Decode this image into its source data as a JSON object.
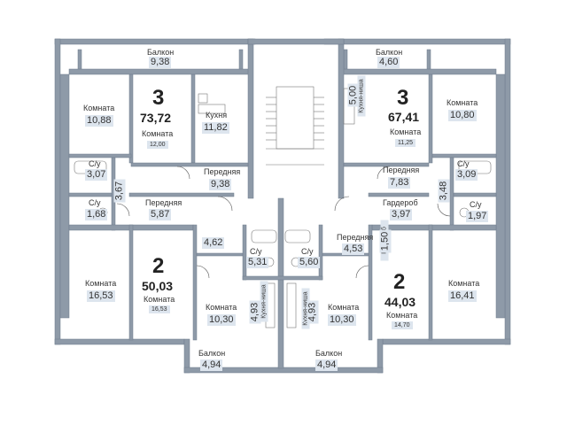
{
  "plan": {
    "balconies": [
      {
        "label": "Балкон",
        "area": "9,38"
      },
      {
        "label": "Балкон",
        "area": "4,60"
      },
      {
        "label": "Балкон",
        "area": "4,94"
      },
      {
        "label": "Балкон",
        "area": "4,94"
      }
    ],
    "apartments": [
      {
        "rooms": "3",
        "total": "73,72",
        "label": "Комната",
        "living": "12,00"
      },
      {
        "rooms": "3",
        "total": "67,41",
        "label": "Комната",
        "living": "11,25"
      },
      {
        "rooms": "2",
        "total": "50,03",
        "label": "Комната",
        "living": "16,53"
      },
      {
        "rooms": "2",
        "total": "44,03",
        "label": "Комната",
        "living": "14,70"
      }
    ],
    "rooms": {
      "r1": {
        "label": "Комната",
        "area": "10,88"
      },
      "r2": {
        "label": "Кухня",
        "area": "11,82"
      },
      "r3": {
        "label": "Передняя",
        "area": "9,38"
      },
      "r4": {
        "label": "Комната",
        "area": "10,80"
      },
      "r5": {
        "label": "Передняя",
        "area": "7,83"
      },
      "r6": {
        "label": "Гардероб",
        "area": "3,97"
      },
      "r7": {
        "label": "Передняя",
        "area": "5,87"
      },
      "r8": {
        "label": "Комната",
        "area": "16,53"
      },
      "r9": {
        "label": "Комната",
        "area": "10,30"
      },
      "r10": {
        "label": "Комната",
        "area": "10,30"
      },
      "r11": {
        "label": "Передняя",
        "area": "4,53"
      },
      "r12": {
        "label": "Комната",
        "area": "16,41"
      },
      "r13": {
        "label": "С/у",
        "area": "5,31"
      },
      "r14": {
        "label": "С/у",
        "area": "5,60"
      },
      "b1": {
        "label": "С/у",
        "area": "3,07"
      },
      "b2": {
        "label": "С/у",
        "area": "1,68"
      },
      "b3": {
        "label": "С/у",
        "area": "3,09"
      },
      "b4": {
        "label": "С/у",
        "area": "1,97"
      }
    },
    "vertical": {
      "kn1": {
        "label": "Кухня-ниша",
        "area": "5,00"
      },
      "kn2": {
        "label": "Кухня-ниша",
        "area": "4,93"
      },
      "kn3": {
        "label": "Кухня-ниша",
        "area": "4,93"
      },
      "g1": {
        "label": "Гардероб",
        "area": "1,50"
      },
      "s1": "3,67",
      "s2": "3,48"
    },
    "loose": {
      "hall": "4,62"
    },
    "colors": {
      "wall": "#8e9aa8",
      "wall_stroke": "#6f7d8c",
      "area_bg": "#dde5ee",
      "text": "#333333"
    }
  }
}
